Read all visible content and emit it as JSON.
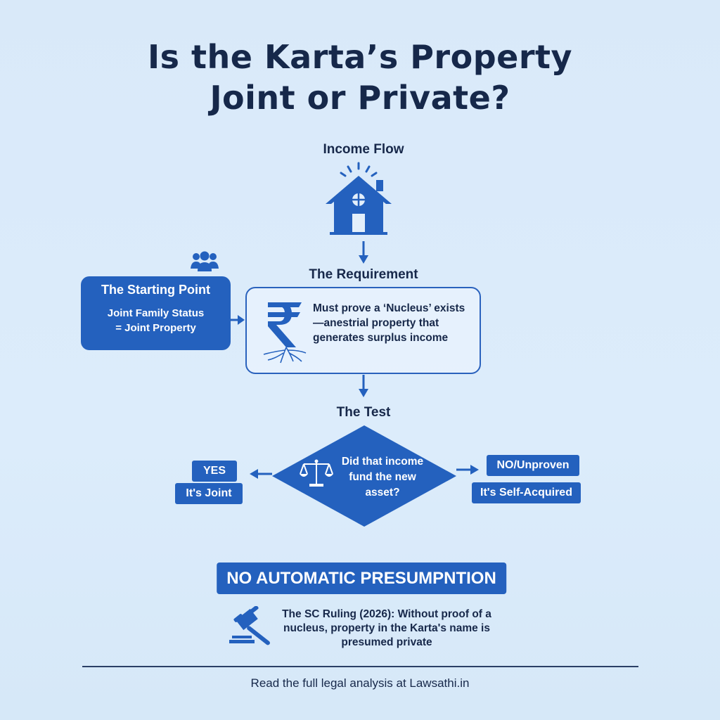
{
  "title": {
    "line1": "Is the Karta’s Property",
    "line2": "Joint or Private?"
  },
  "income_flow": {
    "label": "Income Flow",
    "icon": "house-icon"
  },
  "starting_point": {
    "heading": "The Starting Point",
    "line1": "Joint Family Status",
    "line2": "= Joint Property",
    "icon": "people-icon"
  },
  "requirement": {
    "label": "The Requirement",
    "text": "Must prove a ‘Nucleus’ exists—anestrial property that generates surplus income",
    "icon": "rupee-roots-icon"
  },
  "test": {
    "label": "The Test",
    "question": "Did that income fund the new asset?",
    "icon": "scales-icon"
  },
  "yes": {
    "label": "YES",
    "result": "It's Joint"
  },
  "no": {
    "label": "NO/Unproven",
    "result": "It's Self-Acquired"
  },
  "banner": "NO AUTOMATIC PRESUMPNTION",
  "ruling": {
    "text": "The SC Ruling (2026): Without proof of a nucleus, property in the Karta's name is presumed private",
    "icon": "gavel-icon"
  },
  "footer": "Read the full legal analysis at Lawsathi.in",
  "colors": {
    "accent": "#2461be",
    "text": "#17284a",
    "background": "#dcebfa"
  }
}
